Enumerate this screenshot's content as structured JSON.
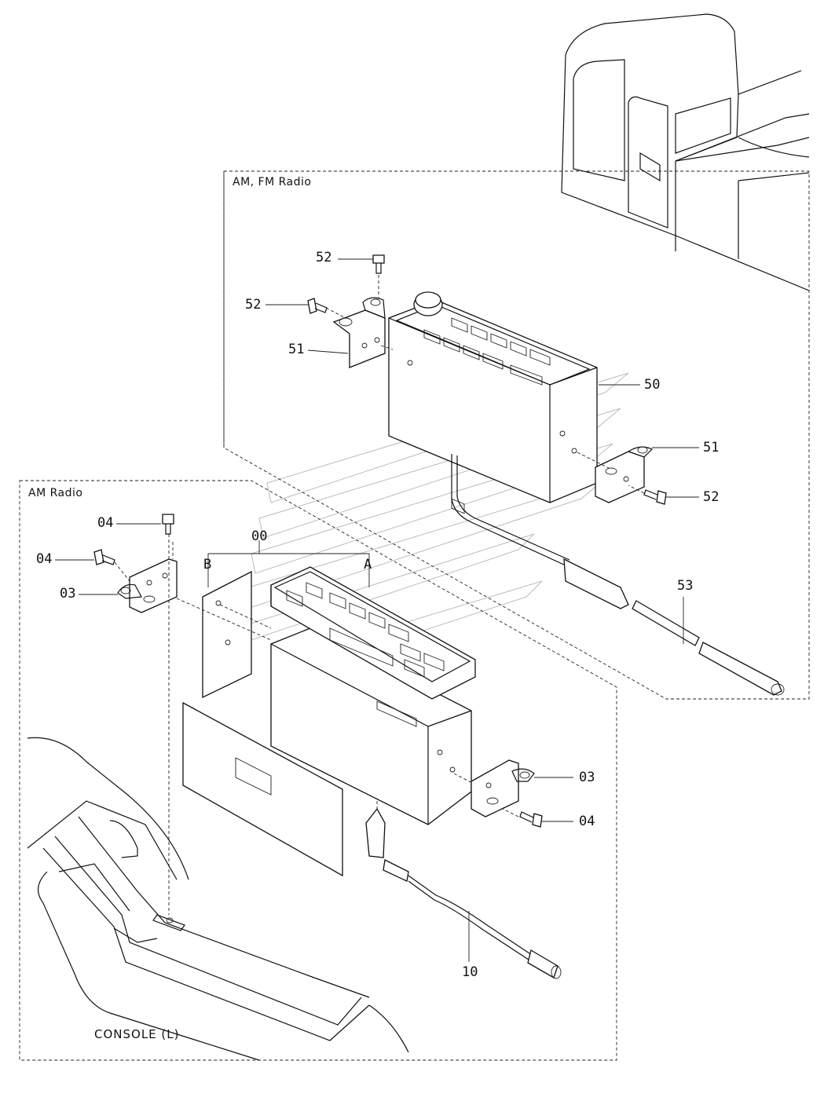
{
  "sections": {
    "fm": {
      "title": "AM, FM Radio"
    },
    "am": {
      "title": "AM Radio"
    }
  },
  "labels": {
    "p52_top": "52",
    "p52_left": "52",
    "p51_left": "51",
    "p50": "50",
    "p51_right": "51",
    "p52_right": "52",
    "p53": "53",
    "p04_top": "04",
    "p04_left": "04",
    "p03_left": "03",
    "p00": "00",
    "pB": "B",
    "pA": "A",
    "p03_right": "03",
    "p04_right": "04",
    "p10": "10"
  },
  "footer": {
    "console": "CONSOLE (L)"
  },
  "colors": {
    "line": "#111111",
    "watermark": "#bbbbbb",
    "background": "#ffffff"
  }
}
